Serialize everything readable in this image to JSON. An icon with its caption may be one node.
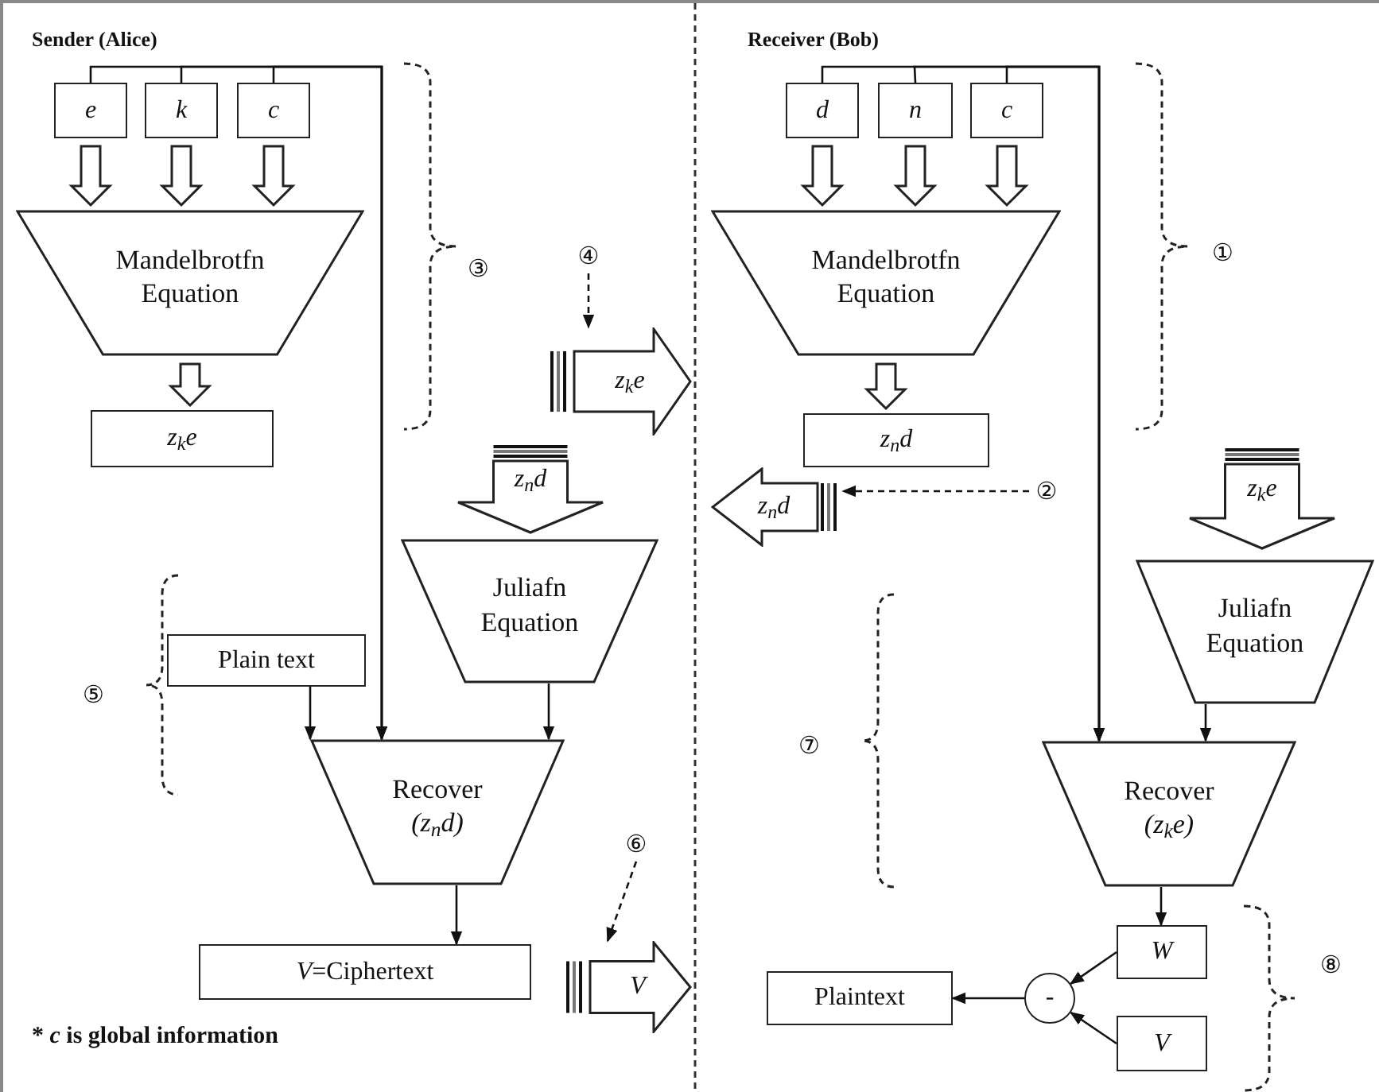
{
  "diagram": {
    "nodes": [
      {
        "text": [
          "e"
        ]
      },
      {
        "text": [
          "k"
        ]
      },
      {
        "text": [
          "c"
        ]
      },
      {
        "text": [
          "Mandelbrotfn Equation"
        ]
      },
      {
        "text": [
          "z$_{k}$e"
        ]
      },
      {
        "text": [
          "z$_{k}$e"
        ]
      },
      {
        "text": [
          "④"
        ]
      },
      {
        "text": [
          "z$_{n}$d"
        ]
      },
      {
        "text": [
          "Juliafn Equation"
        ]
      },
      {
        "text": [
          "Plain text"
        ]
      },
      {
        "text": [
          "Recover",
          "(z$_{n}$d)"
        ]
      },
      {
        "text": [
          "⑥"
        ]
      },
      {
        "text": [
          "*V*=Ciphertext"
        ]
      },
      {
        "text": [
          "V"
        ]
      },
      {
        "text": [
          "d"
        ]
      },
      {
        "text": [
          "n"
        ]
      },
      {
        "text": [
          "c"
        ]
      },
      {
        "text": [
          "Mandelbrotfn Equation"
        ]
      },
      {
        "text": [
          "z$_{n}$d"
        ]
      },
      {
        "text": [
          "z$_{n}$d"
        ]
      },
      {
        "text": [
          "②"
        ]
      },
      {
        "text": [
          "z$_{k}$e"
        ]
      },
      {
        "text": [
          "Juliafn Equation"
        ]
      },
      {
        "text": [
          "Recover",
          "(z$_{k}$e)"
        ]
      },
      {
        "text": [
          "W"
        ]
      },
      {
        "text": [
          "-"
        ]
      },
      {
        "text": [
          "V"
        ]
      },
      {
        "text": [
          "Plaintext"
        ]
      }
    ],
    "edges": [
      {
        "from": 0,
        "to": 3,
        "arrow": "to",
        "style": "thick"
      },
      {
        "from": 1,
        "to": 3,
        "arrow": "to",
        "style": "thick"
      },
      {
        "from": 2,
        "to": 3,
        "arrow": "to",
        "style": "thick"
      },
      {
        "from": 3,
        "to": 4,
        "arrow": "to",
        "style": "thick"
      },
      {
        "from": 0,
        "to": 10,
        "arrow": "to"
      },
      {
        "from": 1,
        "to": 10,
        "arrow": "to"
      },
      {
        "from": 2,
        "to": 10,
        "arrow": "to"
      },
      {
        "from": 6,
        "to": 5,
        "arrow": "to",
        "style": "dashed"
      },
      {
        "from": 9,
        "to": 10,
        "arrow": "to"
      },
      {
        "from": 8,
        "to": 10,
        "arrow": "to"
      },
      {
        "from": 10,
        "to": 12,
        "arrow": "to"
      },
      {
        "from": 11,
        "to": 13,
        "arrow": "to",
        "style": "dashed"
      },
      {
        "from": 14,
        "to": 17,
        "arrow": "to",
        "style": "thick"
      },
      {
        "from": 15,
        "to": 17,
        "arrow": "to",
        "style": "thick"
      },
      {
        "from": 16,
        "to": 17,
        "arrow": "to",
        "style": "thick"
      },
      {
        "from": 17,
        "to": 18,
        "arrow": "to",
        "style": "thick"
      },
      {
        "from": 14,
        "to": 23,
        "arrow": "to"
      },
      {
        "from": 15,
        "to": 23,
        "arrow": "to"
      },
      {
        "from": 16,
        "to": 23,
        "arrow": "to"
      },
      {
        "from": 20,
        "to": 19,
        "arrow": "to",
        "style": "dashed"
      },
      {
        "from": 22,
        "to": 23,
        "arrow": "to"
      },
      {
        "from": 23,
        "to": 24,
        "arrow": "to"
      },
      {
        "from": 24,
        "to": 25,
        "arrow": "to"
      },
      {
        "from": 26,
        "to": 25,
        "arrow": "to"
      },
      {
        "from": 25,
        "to": 27,
        "arrow": "to"
      }
    ],
    "labels": [
      "Sender (Alice)",
      "Receiver (Bob)",
      "①",
      "③",
      "⑤",
      "⑦",
      "⑧",
      "* *c* is global information"
    ]
  }
}
